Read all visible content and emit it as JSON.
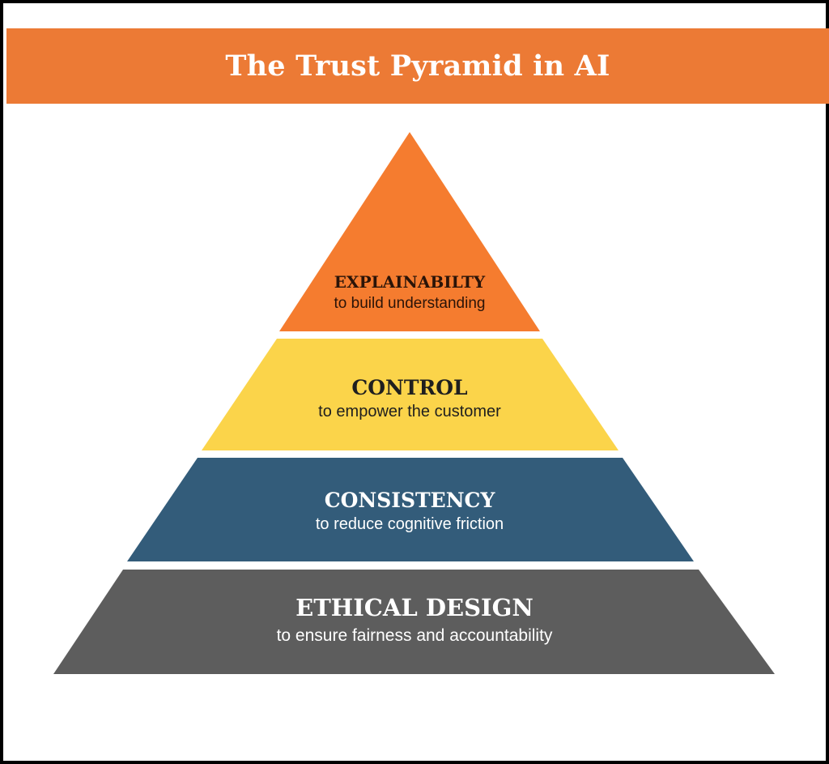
{
  "header": {
    "title": "The Trust Pyramid in AI"
  },
  "colors": {
    "banner": "#ec7a35",
    "tier_top": "#f57c2f",
    "tier_second": "#fbd44a",
    "tier_third": "#335c7a",
    "tier_base": "#5d5d5d"
  },
  "pyramid": {
    "tiers": [
      {
        "title": "EXPLAINABILTY",
        "subtitle": "to build understanding"
      },
      {
        "title": "CONTROL",
        "subtitle": "to empower the customer"
      },
      {
        "title": "CONSISTENCY",
        "subtitle": "to reduce cognitive friction"
      },
      {
        "title": "ETHICAL DESIGN",
        "subtitle": "to ensure fairness and accountability"
      }
    ]
  }
}
